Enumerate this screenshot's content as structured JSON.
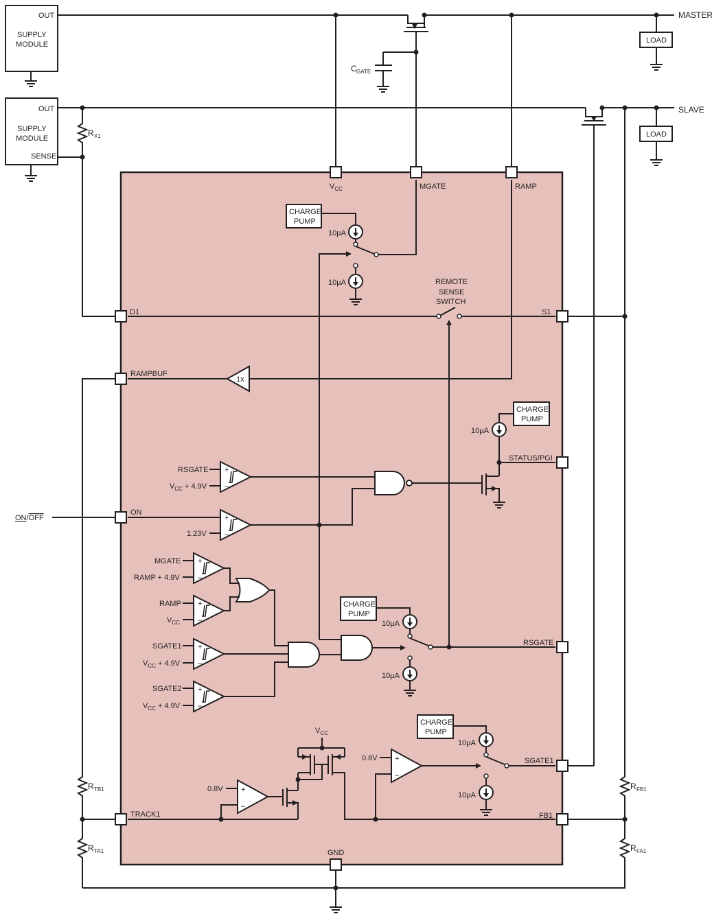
{
  "modules": {
    "top": {
      "out": "OUT",
      "line1": "SUPPLY",
      "line2": "MODULE"
    },
    "bottom": {
      "out": "OUT",
      "line1": "SUPPLY",
      "line2": "MODULE",
      "sense": "SENSE"
    }
  },
  "rails": {
    "master": "MASTER",
    "slave": "SLAVE"
  },
  "loads": {
    "master": "LOAD",
    "slave": "LOAD"
  },
  "external": {
    "cgate": "C",
    "cgate_sub": "GATE",
    "rx1": "R",
    "rx1_sub": "X1",
    "rtb1": "R",
    "rtb1_sub": "TB1",
    "rta1": "R",
    "rta1_sub": "TA1",
    "rfb1": "R",
    "rfb1_sub": "FB1",
    "rfa1": "R",
    "rfa1_sub": "FA1",
    "onoff_on": "ON",
    "onoff_slash": "/",
    "onoff_off": "OFF"
  },
  "pins": {
    "vcc": "V",
    "vcc_sub": "CC",
    "mgate": "MGATE",
    "ramp": "RAMP",
    "d1": "D1",
    "s1": "S1",
    "rampbuf": "RAMPBUF",
    "status": "STATUS/PGI",
    "on": "ON",
    "rsgate": "RSGATE",
    "sgate1": "SGATE1",
    "track1": "TRACK1",
    "fb1": "FB1",
    "gnd": "GND"
  },
  "internal": {
    "charge_pump_l1": "CHARGE",
    "charge_pump_l2": "PUMP",
    "i10": "10µA",
    "remote1": "REMOTE",
    "remote2": "SENSE",
    "remote3": "SWITCH",
    "buffer": "1x",
    "cmp_rsgate": "RSGATE",
    "vcc_plus": "V",
    "vcc_plus_sub": "CC",
    "plus_4_9": " + 4.9V",
    "v123": "1.23V",
    "mgate": "MGATE",
    "ramp_plus": "RAMP + 4.9V",
    "ramp": "RAMP",
    "vcc_label": "V",
    "vcc_label_sub": "CC",
    "sgate1": "SGATE1",
    "sgate2": "SGATE2",
    "v08": "0.8V",
    "mirror_vcc": "V",
    "mirror_vcc_sub": "CC",
    "plus": "+",
    "minus": "–"
  },
  "colors": {
    "chip_fill": "#e6c0bb",
    "line": "#231f20"
  }
}
